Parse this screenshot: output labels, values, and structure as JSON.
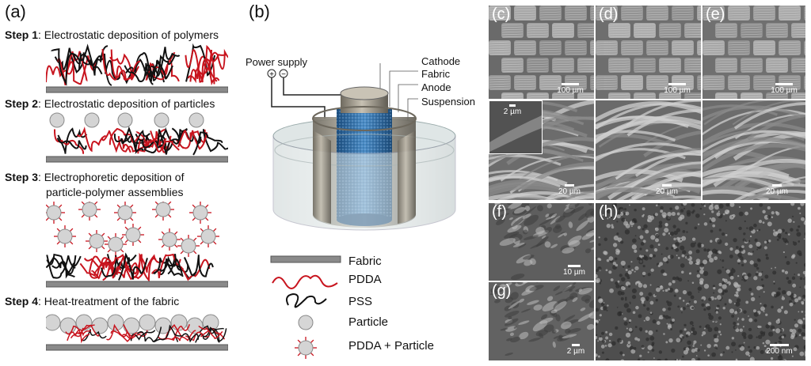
{
  "panels": {
    "a": {
      "label": "(a)",
      "steps": [
        {
          "prefix": "Step 1",
          "text": ": Electrostatic deposition of polymers"
        },
        {
          "prefix": "Step 2",
          "text": ": Electrostatic deposition of particles"
        },
        {
          "prefix": "Step 3",
          "text": ": Electrophoretic deposition of",
          "text2": "particle-polymer assemblies"
        },
        {
          "prefix": "Step 4",
          "text": ": Heat-treatment of the fabric"
        }
      ]
    },
    "b": {
      "label": "(b)",
      "power_supply": "Power supply",
      "plus": "+",
      "minus": "−",
      "cathode": "Cathode",
      "fabric": "Fabric",
      "anode": "Anode",
      "suspension": "Suspension",
      "legend": [
        "Fabric",
        "PDDA",
        "PSS",
        "Particle",
        "PDDA + Particle"
      ]
    },
    "sem": [
      {
        "id": "c",
        "label": "(c)",
        "scale_top": "100 µm",
        "scale_bottom": "20 µm",
        "inset_scale": "2 µm"
      },
      {
        "id": "d",
        "label": "(d)",
        "scale_top": "100 µm",
        "scale_bottom": "20 µm"
      },
      {
        "id": "e",
        "label": "(e)",
        "scale_top": "100 µm",
        "scale_bottom": "20 µm"
      },
      {
        "id": "f",
        "label": "(f)",
        "scale": "10 µm"
      },
      {
        "id": "g",
        "label": "(g)",
        "scale": "2 µm"
      },
      {
        "id": "h",
        "label": "(h)",
        "scale": "200 nm"
      }
    ]
  },
  "colors": {
    "pdda": "#c8141e",
    "pss": "#111111",
    "fabric": "#8a8a8a",
    "particle": "#cfcfcf",
    "fabric_blue": "#2f6fa8",
    "sem_bg": "#5c5c5c"
  }
}
